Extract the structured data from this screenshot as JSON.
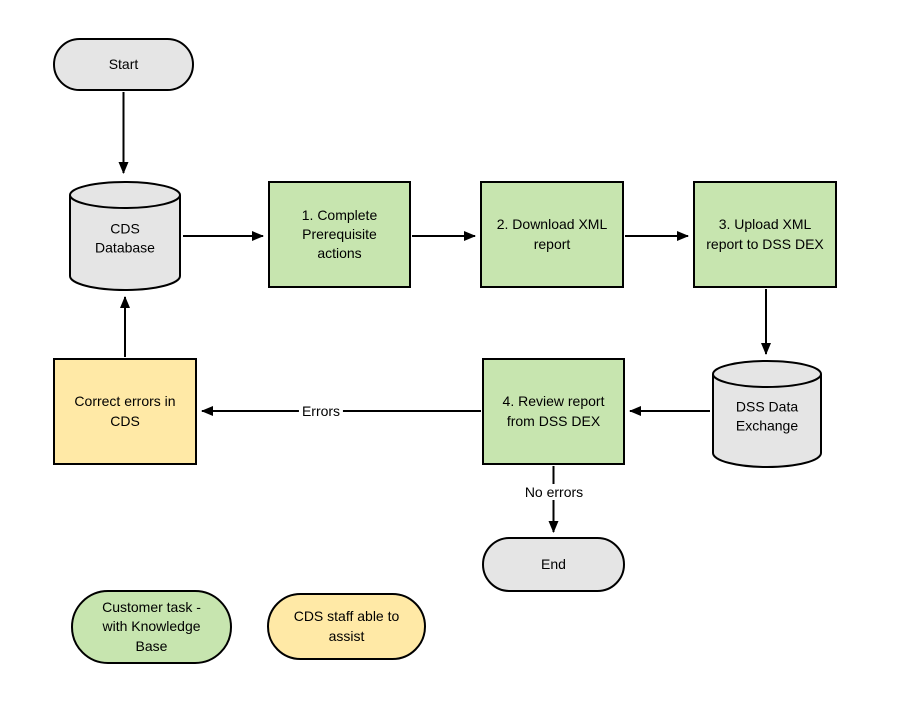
{
  "colors": {
    "process_fill": "#c7e5af",
    "assist_fill": "#ffe9a6",
    "terminal_fill": "#e5e5e5",
    "stroke": "#000000",
    "background": "#ffffff"
  },
  "nodes": {
    "start": "Start",
    "cds_database": "CDS Database",
    "step1": "1. Complete Prerequisite actions",
    "step2": "2. Download XML report",
    "step3": "3. Upload XML report to DSS DEX",
    "dss_dex": "DSS Data Exchange",
    "step4": "4. Review report from DSS DEX",
    "correct_errors": "Correct errors in CDS",
    "end": "End"
  },
  "edge_labels": {
    "errors": "Errors",
    "no_errors": "No errors"
  },
  "legend": {
    "customer_task": "Customer task - with Knowledge Base",
    "cds_staff": "CDS staff able to assist"
  }
}
